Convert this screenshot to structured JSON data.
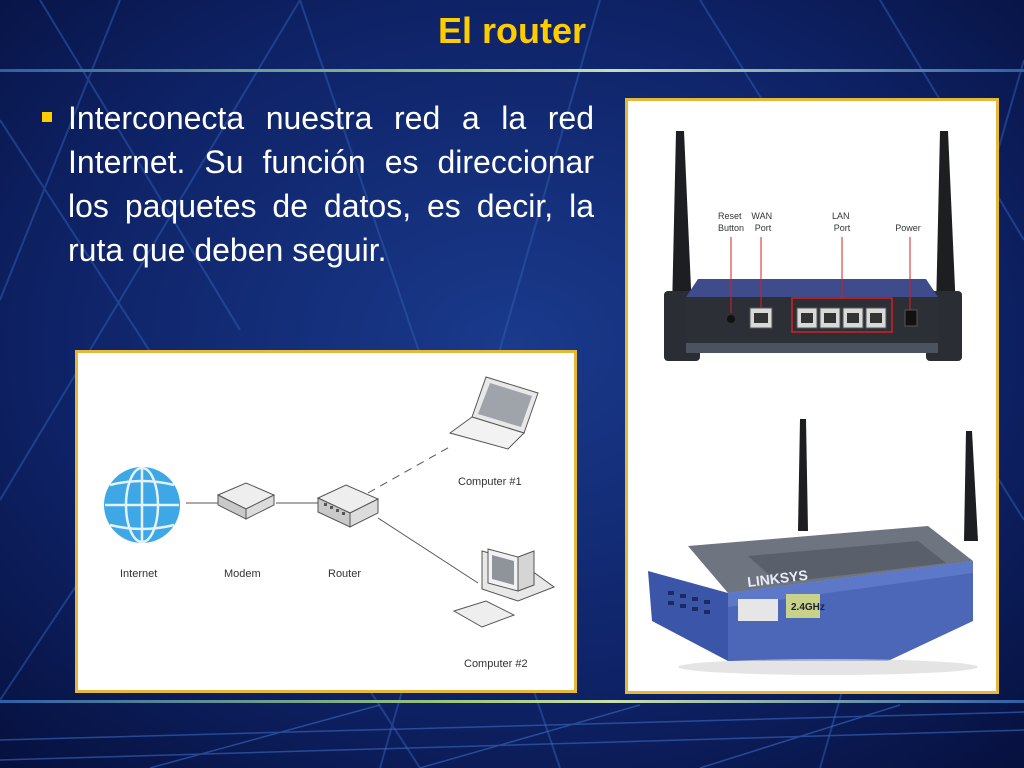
{
  "slide": {
    "title": "El router",
    "bullet": "Interconecta nuestra red a la red Internet. Su función es direccionar los paquetes de datos, es decir, la ruta que deben seguir."
  },
  "router_back_photo": {
    "labels": {
      "reset": [
        "Reset",
        "Button"
      ],
      "wan": [
        "WAN",
        "Port"
      ],
      "lan": [
        "LAN",
        "Port"
      ],
      "power": "Power"
    }
  },
  "router_front_photo": {
    "brand": "LINKSYS",
    "badge": "2.4GHz"
  },
  "network_diagram": {
    "nodes": {
      "internet": "Internet",
      "modem": "Modem",
      "router": "Router",
      "computer1": "Computer #1",
      "computer2": "Computer #2"
    }
  },
  "colors": {
    "title": "#FFCC00",
    "background": "#0a1850",
    "frame_border": "#e6b83a",
    "bullet": "#FFCC00"
  }
}
